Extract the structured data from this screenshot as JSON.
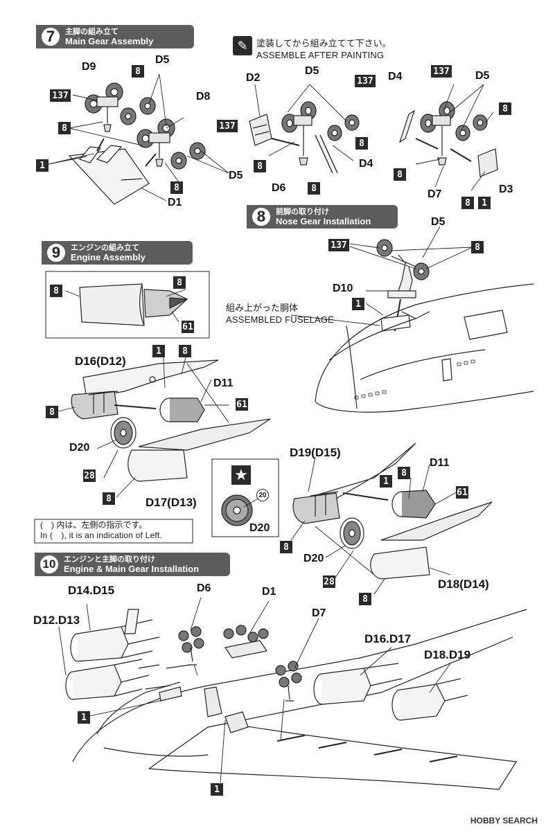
{
  "steps": {
    "s7": {
      "num": "7",
      "jp": "主脚の組み立て",
      "en": "Main Gear Assembly"
    },
    "s8": {
      "num": "8",
      "jp": "前脚の取り付け",
      "en": "Nose Gear Installation"
    },
    "s9": {
      "num": "9",
      "jp": "エンジンの組み立て",
      "en": "Engine Assembly"
    },
    "s10": {
      "num": "10",
      "jp": "エンジンと主脚の取り付け",
      "en": "Engine & Main Gear Installation"
    }
  },
  "paint_note": {
    "jp": "塗装してから組み立てて下さい。",
    "en": "ASSEMBLE AFTER PAINTING"
  },
  "fuselage_note": {
    "jp": "組み上がった胴体",
    "en": "ASSEMBLED FUSELAGE"
  },
  "left_note": {
    "jp": "(　) 内は、左側の指示です。",
    "en": "In (　), it is an indication of Left."
  },
  "labels": {
    "D9": "D9",
    "D5": "D5",
    "D8": "D8",
    "D1": "D1",
    "D2": "D2",
    "D6": "D6",
    "D4": "D4",
    "D7": "D7",
    "D3": "D3",
    "D10": "D10",
    "D11": "D11",
    "D20": "D20",
    "D16D12": "D16(D12)",
    "D17D13": "D17(D13)",
    "D19D15": "D19(D15)",
    "D18D14": "D18(D14)",
    "D14D15": "D14.D15",
    "D12D13": "D12.D13",
    "D16D17": "D16.D17",
    "D18D19": "D18.D19"
  },
  "codes": {
    "c1": "1",
    "c8": "8",
    "c28": "28",
    "c61": "61",
    "c137": "137",
    "c20": "20"
  },
  "icons": {
    "paint": "paint-brush-icon",
    "star": "star-icon"
  },
  "watermark": "HOBBY SEARCH"
}
